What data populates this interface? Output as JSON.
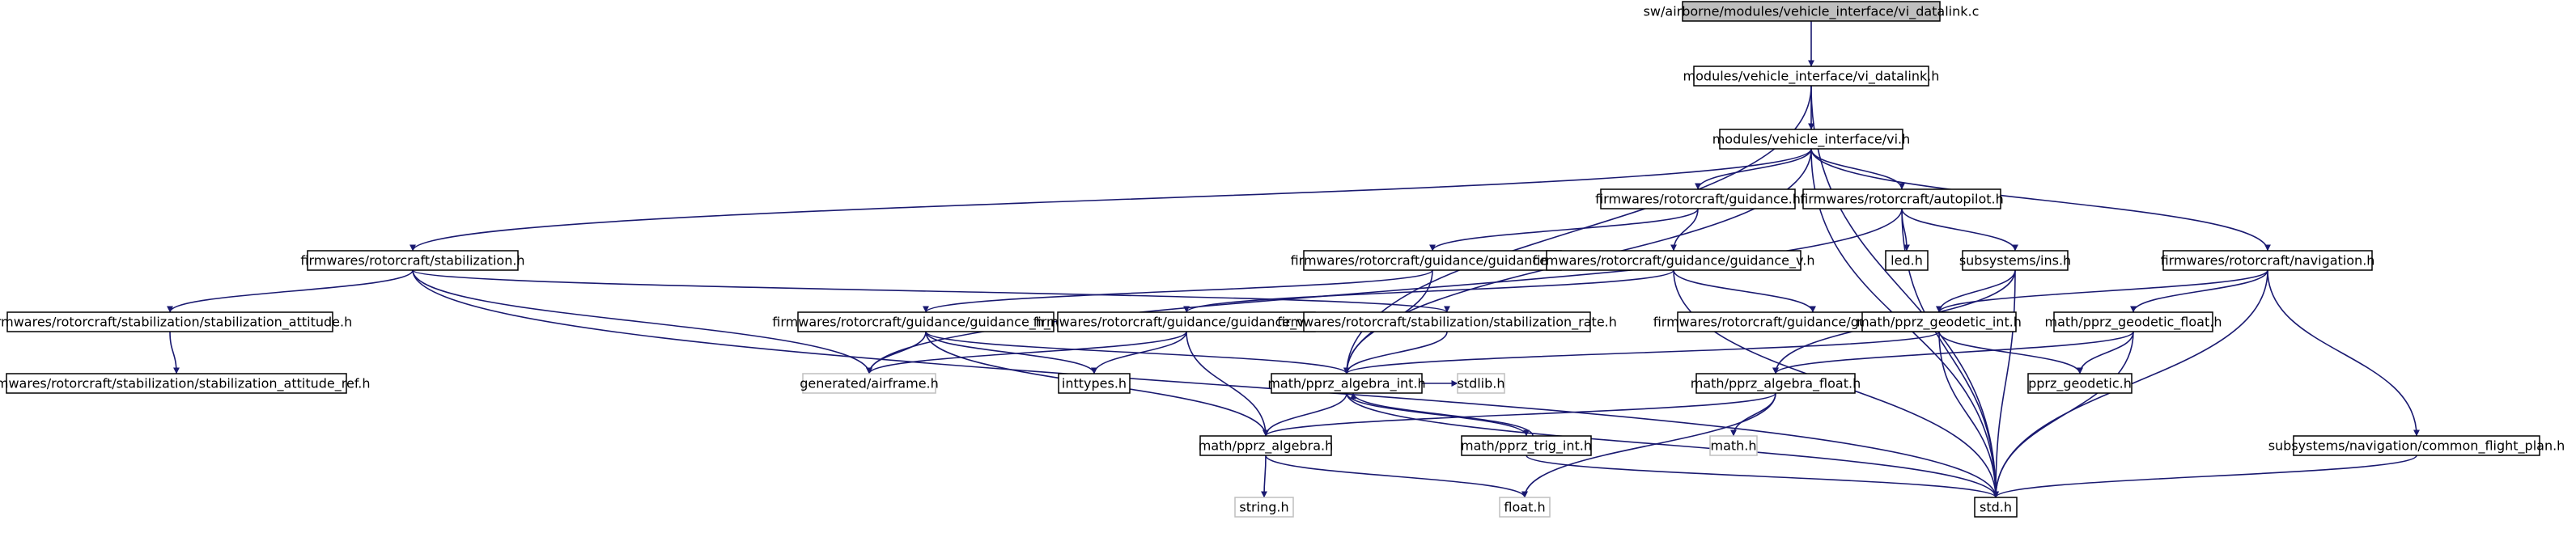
{
  "diagram": {
    "root": "sw/airborne/modules/vehicle_interface/vi_datalink.c",
    "nodes": [
      {
        "id": "vi_datalink_c",
        "label": "sw/airborne/modules/vehicle_interface/vi_datalink.c",
        "kind": "root"
      },
      {
        "id": "vi_datalink_h",
        "label": "modules/vehicle_interface/vi_datalink.h",
        "kind": "file"
      },
      {
        "id": "vi_h",
        "label": "modules/vehicle_interface/vi.h",
        "kind": "file"
      },
      {
        "id": "std_h",
        "label": "std.h",
        "kind": "file"
      },
      {
        "id": "pprz_algebra_int",
        "label": "math/pprz_algebra_int.h",
        "kind": "file"
      },
      {
        "id": "guidance_h",
        "label": "firmwares/rotorcraft/guidance.h",
        "kind": "file"
      },
      {
        "id": "autopilot_h",
        "label": "firmwares/rotorcraft/autopilot.h",
        "kind": "file"
      },
      {
        "id": "stabilization_h",
        "label": "firmwares/rotorcraft/stabilization.h",
        "kind": "file"
      },
      {
        "id": "navigation_h",
        "label": "firmwares/rotorcraft/navigation.h",
        "kind": "file"
      },
      {
        "id": "guidance_h_h",
        "label": "firmwares/rotorcraft/guidance/guidance_h.h",
        "kind": "file"
      },
      {
        "id": "guidance_v_h",
        "label": "firmwares/rotorcraft/guidance/guidance_v.h",
        "kind": "file"
      },
      {
        "id": "led_h",
        "label": "led.h",
        "kind": "file"
      },
      {
        "id": "ins_h",
        "label": "subsystems/ins.h",
        "kind": "file"
      },
      {
        "id": "stab_attitude",
        "label": "firmwares/rotorcraft/stabilization/stabilization_attitude.h",
        "kind": "file"
      },
      {
        "id": "stab_attitude_ref",
        "label": "firmwares/rotorcraft/stabilization/stabilization_attitude_ref.h",
        "kind": "file"
      },
      {
        "id": "guidance_h_ref",
        "label": "firmwares/rotorcraft/guidance/guidance_h_ref.h",
        "kind": "file"
      },
      {
        "id": "guidance_v_ref",
        "label": "firmwares/rotorcraft/guidance/guidance_v_ref.h",
        "kind": "file"
      },
      {
        "id": "stab_rate",
        "label": "firmwares/rotorcraft/stabilization/stabilization_rate.h",
        "kind": "file"
      },
      {
        "id": "guidance_v_adpt",
        "label": "firmwares/rotorcraft/guidance/guidance_v_adpt.h",
        "kind": "file"
      },
      {
        "id": "geodetic_int",
        "label": "math/pprz_geodetic_int.h",
        "kind": "file"
      },
      {
        "id": "geodetic_float",
        "label": "math/pprz_geodetic_float.h",
        "kind": "file"
      },
      {
        "id": "airframe_h",
        "label": "generated/airframe.h",
        "kind": "external"
      },
      {
        "id": "inttypes_h",
        "label": "inttypes.h",
        "kind": "file"
      },
      {
        "id": "stdlib_h",
        "label": "stdlib.h",
        "kind": "external"
      },
      {
        "id": "algebra_float",
        "label": "math/pprz_algebra_float.h",
        "kind": "file"
      },
      {
        "id": "pprz_geodetic",
        "label": "pprz_geodetic.h",
        "kind": "file"
      },
      {
        "id": "pprz_algebra",
        "label": "math/pprz_algebra.h",
        "kind": "file"
      },
      {
        "id": "trig_int",
        "label": "math/pprz_trig_int.h",
        "kind": "file"
      },
      {
        "id": "math_h",
        "label": "math.h",
        "kind": "external"
      },
      {
        "id": "flight_plan",
        "label": "subsystems/navigation/common_flight_plan.h",
        "kind": "file"
      },
      {
        "id": "string_h",
        "label": "string.h",
        "kind": "external"
      },
      {
        "id": "float_h",
        "label": "float.h",
        "kind": "external"
      }
    ],
    "edges": [
      [
        "vi_datalink_c",
        "vi_datalink_h"
      ],
      [
        "vi_datalink_h",
        "vi_h"
      ],
      [
        "vi_datalink_h",
        "std_h"
      ],
      [
        "vi_datalink_h",
        "pprz_algebra_int"
      ],
      [
        "vi_h",
        "std_h"
      ],
      [
        "vi_h",
        "pprz_algebra_int"
      ],
      [
        "vi_h",
        "guidance_h"
      ],
      [
        "vi_h",
        "autopilot_h"
      ],
      [
        "vi_h",
        "stabilization_h"
      ],
      [
        "vi_h",
        "navigation_h"
      ],
      [
        "guidance_h",
        "guidance_h_h"
      ],
      [
        "guidance_h",
        "guidance_v_h"
      ],
      [
        "autopilot_h",
        "led_h"
      ],
      [
        "autopilot_h",
        "ins_h"
      ],
      [
        "autopilot_h",
        "airframe_h"
      ],
      [
        "autopilot_h",
        "std_h"
      ],
      [
        "stabilization_h",
        "stab_attitude"
      ],
      [
        "stabilization_h",
        "stab_rate"
      ],
      [
        "stabilization_h",
        "airframe_h"
      ],
      [
        "stabilization_h",
        "std_h"
      ],
      [
        "stab_attitude",
        "stab_attitude_ref"
      ],
      [
        "guidance_h_h",
        "guidance_h_ref"
      ],
      [
        "guidance_h_h",
        "pprz_algebra_int"
      ],
      [
        "guidance_v_h",
        "guidance_v_ref"
      ],
      [
        "guidance_v_h",
        "guidance_v_adpt"
      ],
      [
        "guidance_v_h",
        "std_h"
      ],
      [
        "guidance_h_ref",
        "airframe_h"
      ],
      [
        "guidance_h_ref",
        "inttypes_h"
      ],
      [
        "guidance_h_ref",
        "pprz_algebra_int"
      ],
      [
        "guidance_h_ref",
        "pprz_algebra"
      ],
      [
        "guidance_v_ref",
        "airframe_h"
      ],
      [
        "guidance_v_ref",
        "inttypes_h"
      ],
      [
        "guidance_v_ref",
        "pprz_algebra"
      ],
      [
        "stab_rate",
        "pprz_algebra_int"
      ],
      [
        "ins_h",
        "geodetic_int"
      ],
      [
        "ins_h",
        "algebra_float"
      ],
      [
        "ins_h",
        "std_h"
      ],
      [
        "navigation_h",
        "geodetic_int"
      ],
      [
        "navigation_h",
        "geodetic_float"
      ],
      [
        "navigation_h",
        "flight_plan"
      ],
      [
        "navigation_h",
        "std_h"
      ],
      [
        "geodetic_int",
        "pprz_algebra_int"
      ],
      [
        "geodetic_int",
        "pprz_geodetic"
      ],
      [
        "geodetic_int",
        "std_h"
      ],
      [
        "geodetic_float",
        "pprz_geodetic"
      ],
      [
        "geodetic_float",
        "algebra_float"
      ],
      [
        "geodetic_float",
        "std_h"
      ],
      [
        "pprz_algebra_int",
        "pprz_algebra"
      ],
      [
        "pprz_algebra_int",
        "stdlib_h"
      ],
      [
        "pprz_algebra_int",
        "trig_int"
      ],
      [
        "pprz_algebra_int",
        "std_h"
      ],
      [
        "trig_int",
        "pprz_algebra_int"
      ],
      [
        "trig_int",
        "std_h"
      ],
      [
        "algebra_float",
        "pprz_algebra"
      ],
      [
        "algebra_float",
        "math_h"
      ],
      [
        "algebra_float",
        "float_h"
      ],
      [
        "pprz_algebra",
        "string_h"
      ],
      [
        "pprz_algebra",
        "float_h"
      ],
      [
        "flight_plan",
        "std_h"
      ]
    ],
    "colors": {
      "edge": "#191970",
      "root_fill": "#bfbfbf",
      "node_border": "#000000",
      "external_border": "#bfbfbf",
      "background": "#ffffff"
    }
  }
}
